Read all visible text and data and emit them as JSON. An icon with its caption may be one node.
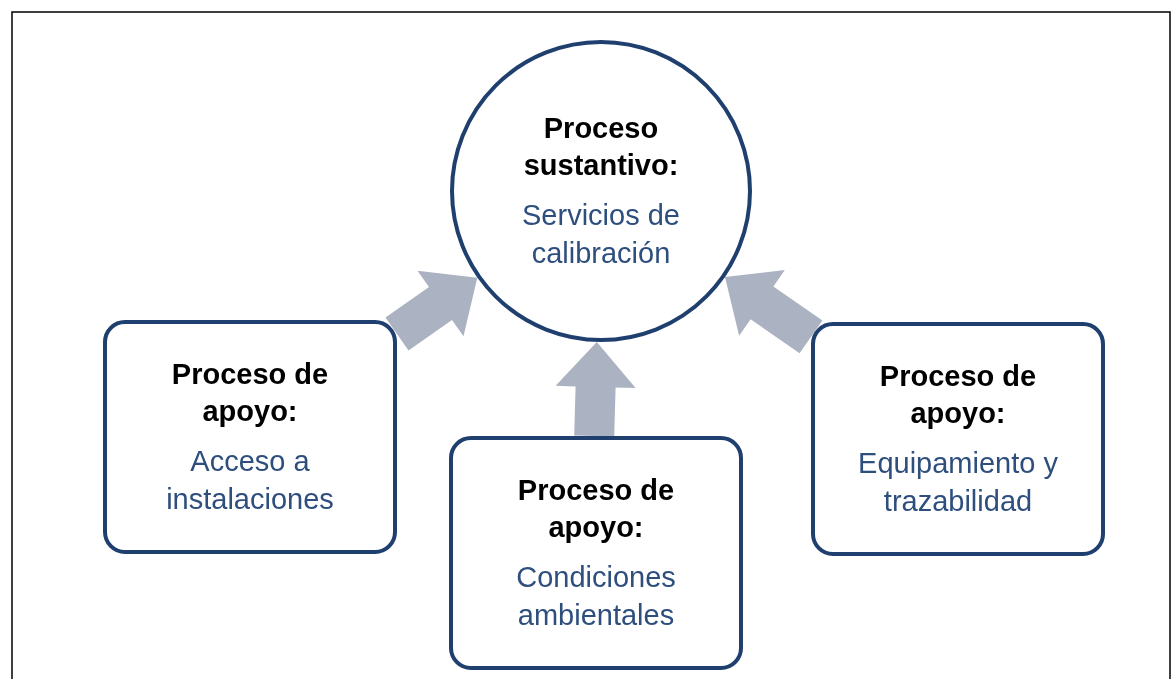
{
  "diagram": {
    "nodes": [
      {
        "text": [
          "Proceso sustantivo:",
          "Servicios de calibración"
        ]
      },
      {
        "text": [
          "Proceso de apoyo:",
          "Acceso a instalaciones"
        ]
      },
      {
        "text": [
          "Proceso de apoyo:",
          "Condiciones ambientales"
        ]
      },
      {
        "text": [
          "Proceso de apoyo:",
          "Equipamiento y trazabilidad"
        ]
      }
    ],
    "edges": [
      {
        "from": 1,
        "to": 0,
        "arrow": "to"
      },
      {
        "from": 2,
        "to": 0,
        "arrow": "to"
      },
      {
        "from": 3,
        "to": 0,
        "arrow": "to"
      }
    ]
  }
}
